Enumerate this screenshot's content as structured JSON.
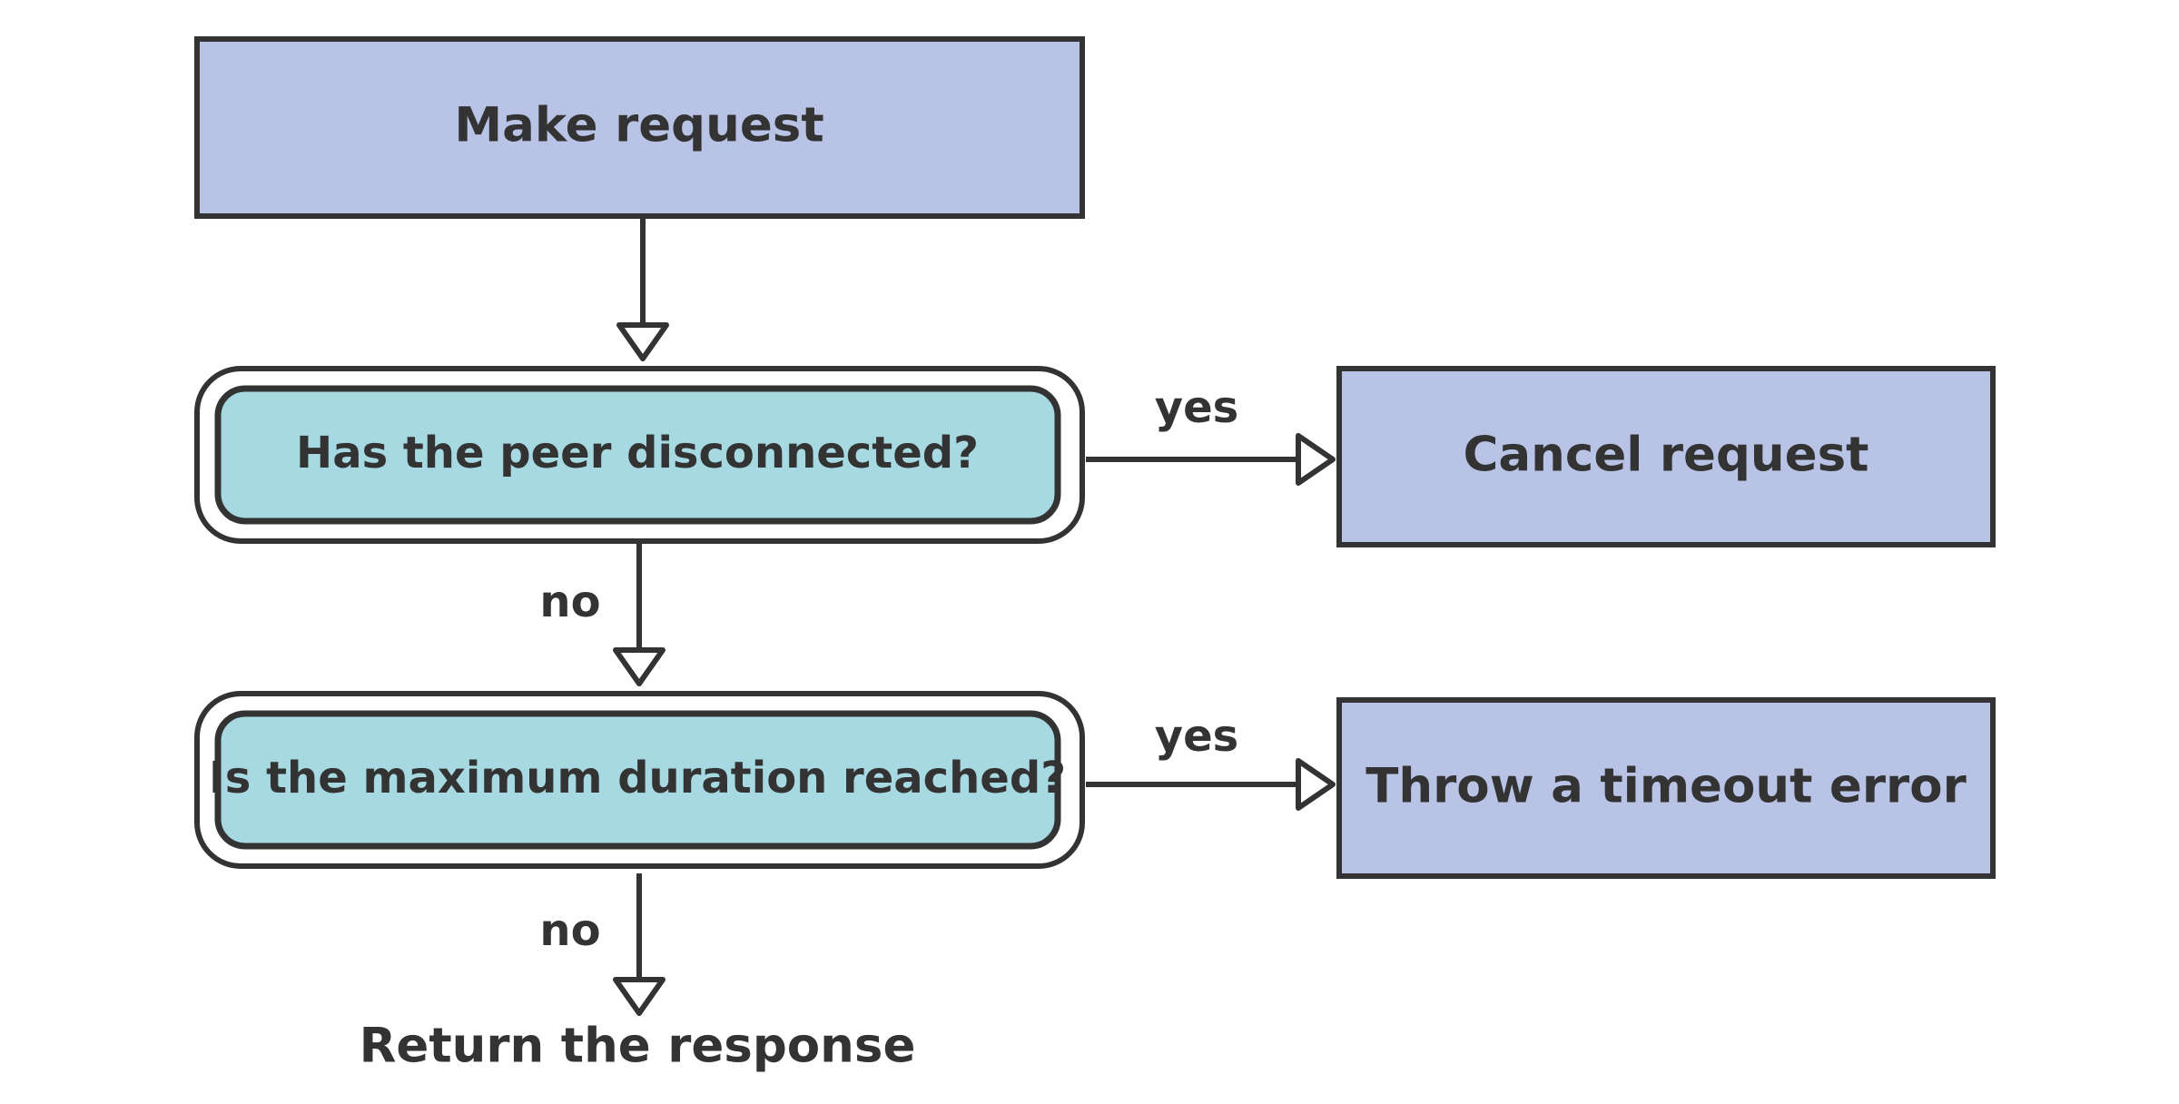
{
  "colors": {
    "stroke": "#333333",
    "action_fill": "#b8c3e5",
    "decision_fill": "#a6d9e1",
    "background": "#ffffff",
    "text": "#333333"
  },
  "nodes": {
    "make_request": {
      "label": "Make request"
    },
    "peer_disconnected": {
      "label": "Has the peer disconnected?"
    },
    "cancel_request": {
      "label": "Cancel request"
    },
    "max_duration": {
      "label": "Is the maximum duration reached?"
    },
    "timeout_error": {
      "label": "Throw a timeout error"
    },
    "return_response": {
      "label": "Return the response"
    }
  },
  "edges": {
    "peer_yes": {
      "label": "yes"
    },
    "peer_no": {
      "label": "no"
    },
    "duration_yes": {
      "label": "yes"
    },
    "duration_no": {
      "label": "no"
    }
  }
}
